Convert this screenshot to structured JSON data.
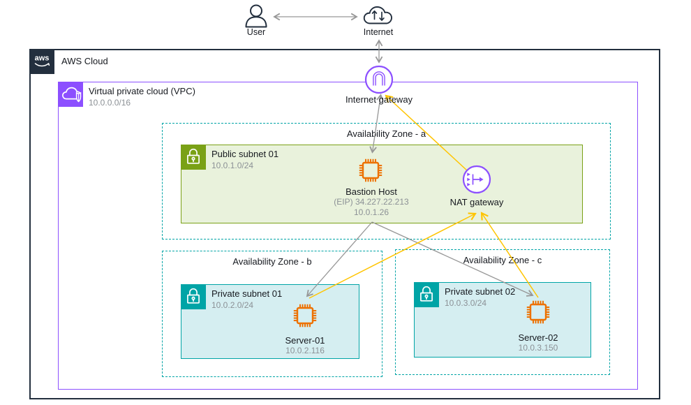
{
  "colors": {
    "navy": "#232F3E",
    "purple": "#8C4FFF",
    "green": "#7AA116",
    "green_fill": "#E9F2DC",
    "teal": "#00A4A6",
    "teal_fill": "#D5EEF1",
    "orange": "#ED7100",
    "arrow_gray": "#979797",
    "arrow_yellow": "#FFC400",
    "text_dark": "#16191F",
    "text_gray": "#8C9196"
  },
  "external": {
    "user_label": "User",
    "internet_label": "Internet"
  },
  "aws_cloud": {
    "label": "AWS Cloud",
    "logo_text": "aws"
  },
  "vpc": {
    "label": "Virtual private cloud (VPC)",
    "cidr": "10.0.0.0/16"
  },
  "internet_gateway": {
    "label": "Internet gateway"
  },
  "nat_gateway": {
    "label": "NAT gateway"
  },
  "availability_zones": [
    {
      "label": "Availability Zone - a"
    },
    {
      "label": "Availability Zone - b"
    },
    {
      "label": "Availability Zone - c"
    }
  ],
  "subnets": [
    {
      "type": "public",
      "name": "Public subnet 01",
      "cidr": "10.0.1.0/24"
    },
    {
      "type": "private",
      "name": "Private subnet 01",
      "cidr": "10.0.2.0/24"
    },
    {
      "type": "private",
      "name": "Private subnet 02",
      "cidr": "10.0.3.0/24"
    }
  ],
  "instances": [
    {
      "name": "Bastion Host",
      "eip": "(EIP) 34.227.22.213",
      "ip": "10.0.1.26"
    },
    {
      "name": "Server-01",
      "ip": "10.0.2.116"
    },
    {
      "name": "Server-02",
      "ip": "10.0.3.150"
    }
  ]
}
